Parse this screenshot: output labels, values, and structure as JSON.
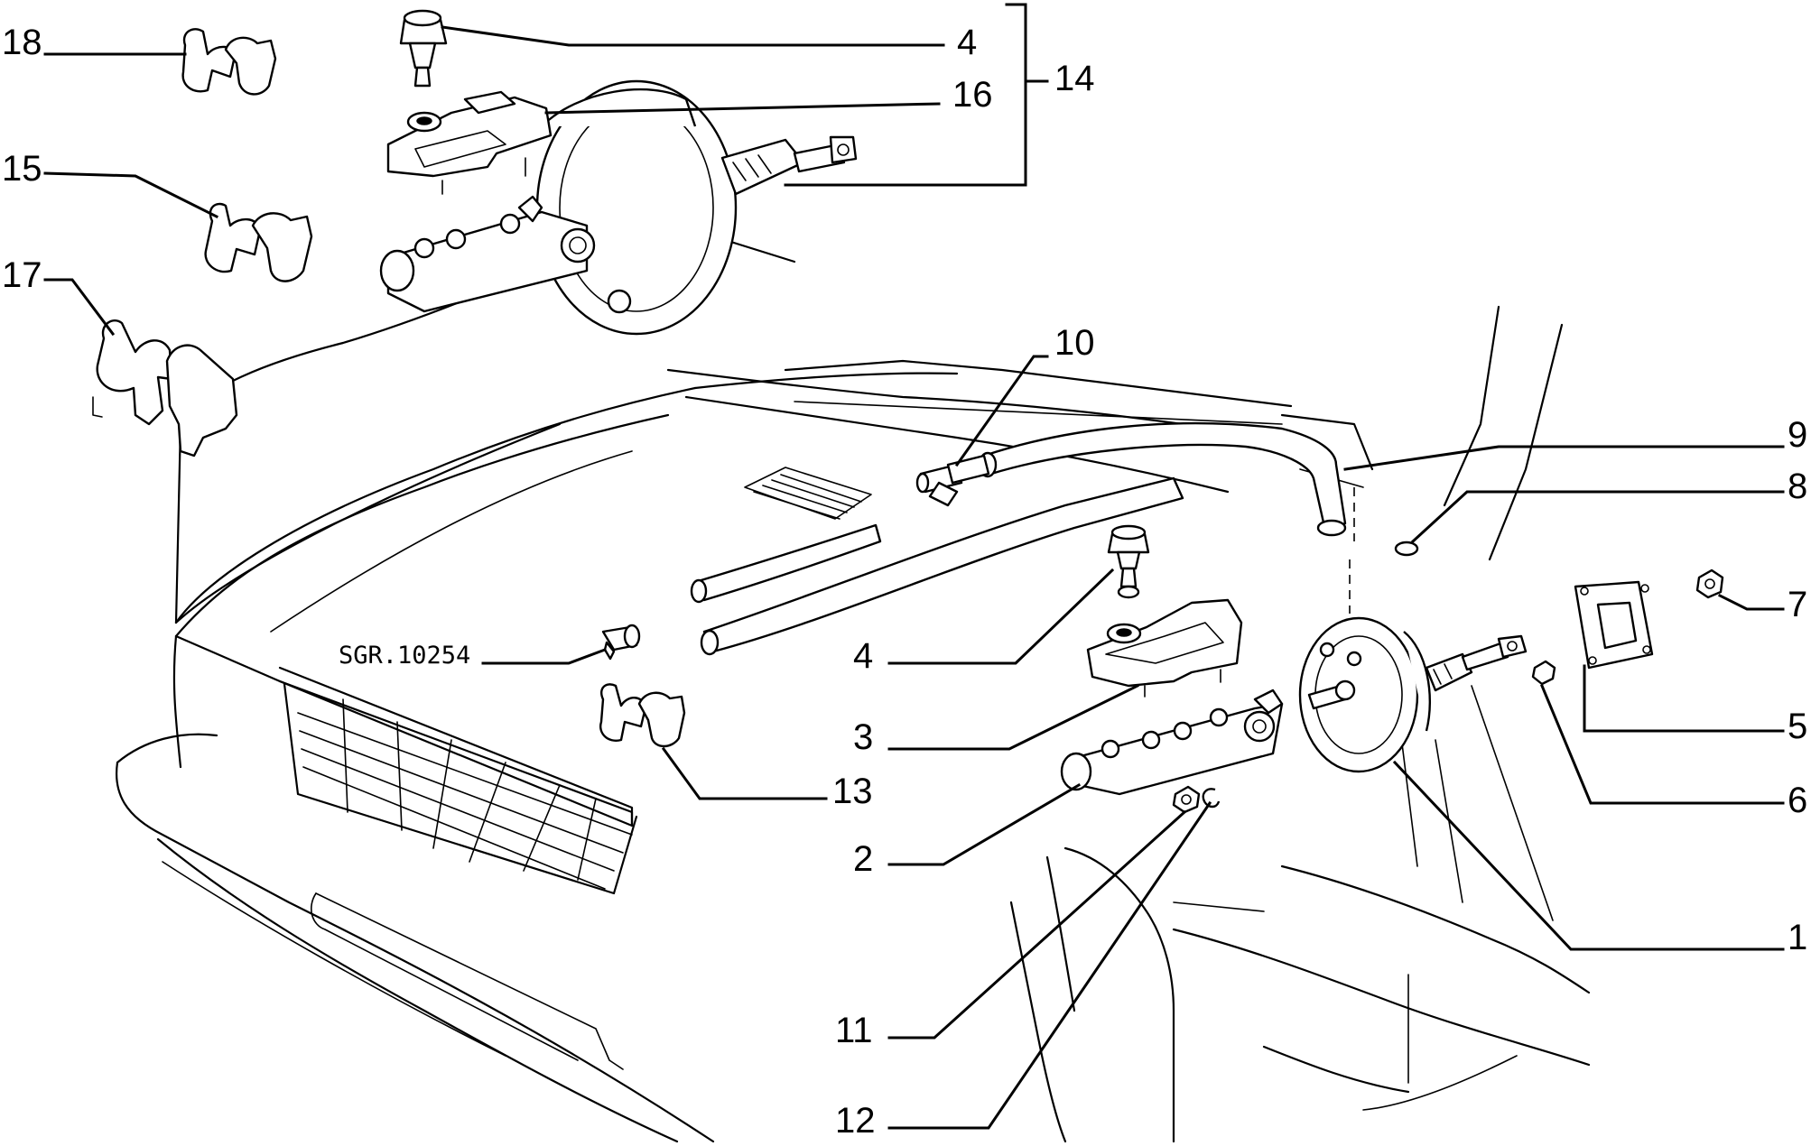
{
  "figure": {
    "drawing_code": "SGR.10254",
    "callouts": {
      "c1": "1",
      "c2": "2",
      "c3": "3",
      "c4_top": "4",
      "c4_lower": "4",
      "c5": "5",
      "c6": "6",
      "c7": "7",
      "c8": "8",
      "c9": "9",
      "c10": "10",
      "c11": "11",
      "c12": "12",
      "c13": "13",
      "c14": "14",
      "c15": "15",
      "c16": "16",
      "c17": "17",
      "c18": "18"
    }
  }
}
